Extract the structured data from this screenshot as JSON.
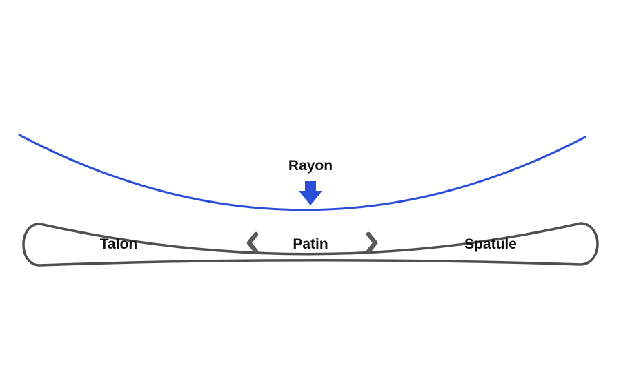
{
  "diagram": {
    "radius_label": "Rayon",
    "tail_label": "Talon",
    "waist_label": "Patin",
    "tip_label": "Spatule"
  },
  "colors": {
    "accent_blue": "#2a4ed8",
    "outline_gray": "#4f4f4f",
    "chevron_gray": "#595959",
    "text_black": "#111111"
  }
}
